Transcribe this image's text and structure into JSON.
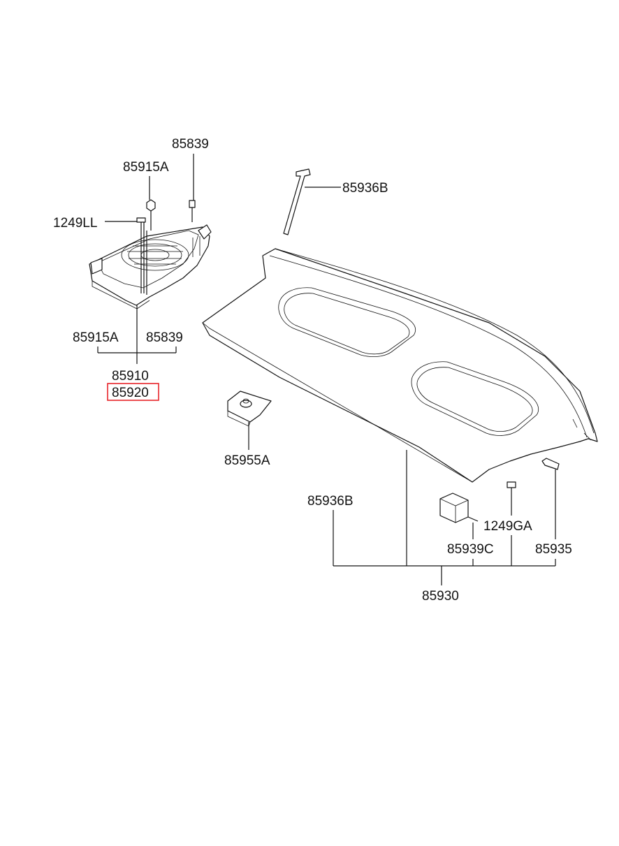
{
  "labels": {
    "p85839_top": "85839",
    "p85915A_top": "85915A",
    "p1249LL": "1249LL",
    "p85936B_top": "85936B",
    "p85915A_mid": "85915A",
    "p85839_mid": "85839",
    "p85910": "85910",
    "p85920": "85920",
    "p85955A": "85955A",
    "p85936B_bottom": "85936B",
    "p1249GA": "1249GA",
    "p85939C": "85939C",
    "p85935": "85935",
    "p85930": "85930"
  },
  "colors": {
    "line": "#111111",
    "highlight": "#e8242a",
    "background": "#ffffff"
  }
}
